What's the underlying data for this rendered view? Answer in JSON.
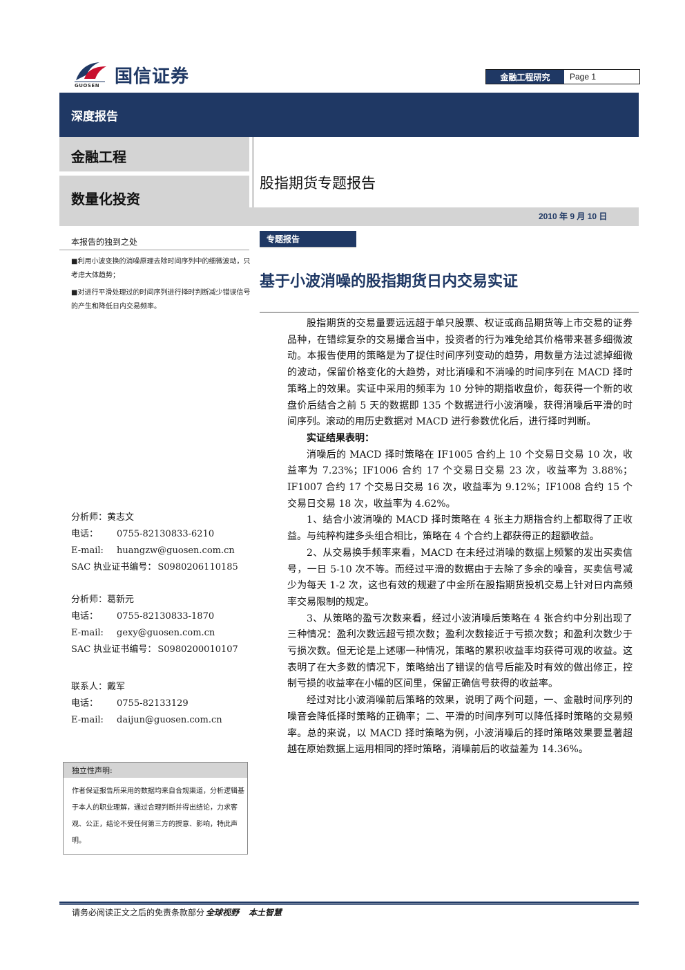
{
  "brand": {
    "name_cn": "国信证券",
    "name_en": "GUOSEN",
    "colors": {
      "navy": "#1f3864",
      "red": "#c8102e",
      "gray": "#d4d4d4"
    }
  },
  "header": {
    "department": "金融工程研究",
    "page": "Page 1",
    "report_kind": "深度报告",
    "category_1": "金融工程",
    "category_2": "数量化投资",
    "topic": "股指期货专题报告",
    "date": "2010 年 9 月 10 日"
  },
  "sidebar": {
    "unique_title": "本报告的独到之处",
    "bullets": [
      "■利用小波变换的消噪原理去除时间序列中的细微波动，只考虑大体趋势；",
      "■对进行平滑处理过的时间序列进行择时判断减少错误信号的产生和降低日内交易频率。"
    ],
    "contacts": [
      {
        "role_label": "分析师：",
        "name": "黄志文",
        "phone_label": "电话：",
        "phone": "0755-82130833-6210",
        "email_label": "E-mail:",
        "email": "huangzw@guosen.com.cn",
        "sac_label": "SAC 执业证书编号：",
        "sac": "S0980206110185"
      },
      {
        "role_label": "分析师：",
        "name": "葛新元",
        "phone_label": "电话：",
        "phone": "0755-82130833-1870",
        "email_label": "E-mail:",
        "email": "gexy@guosen.com.cn",
        "sac_label": "SAC 执业证书编号：",
        "sac": "S0980200010107"
      },
      {
        "role_label": "联系人：",
        "name": "戴军",
        "phone_label": "电话：",
        "phone": "0755-82133129",
        "email_label": "E-mail:",
        "email": "daijun@guosen.com.cn"
      }
    ],
    "declaration": {
      "title": "独立性声明:",
      "body": "作者保证报告所采用的数据均来自合规渠道，分析逻辑基于本人的职业理解，通过合理判断并得出结论，力求客观、公正，结论不受任何第三方的授意、影响，特此声明。"
    }
  },
  "main": {
    "tag": "专题报告",
    "title": "基于小波消噪的股指期货日内交易实证",
    "paragraphs": [
      "股指期货的交易量要远远超于单只股票、权证或商品期货等上市交易的证券品种，在错综复杂的交易撮合当中，投资者的行为难免给其价格带来甚多细微波动。本报告使用的策略是为了捉住时间序列变动的趋势，用数量方法过滤掉细微的波动，保留价格变化的大趋势，对比消噪和不消噪的时间序列在 MACD 择时策略上的效果。实证中采用的频率为 10 分钟的期指收盘价，每获得一个新的收盘价后结合之前 5 天的数据即 135 个数据进行小波消噪，获得消噪后平滑的时间序列。滚动的用历史数据对 MACD 进行参数优化后，进行择时判断。",
      "消噪后的 MACD 择时策略在 IF1005 合约上 10 个交易日交易 10 次，收益率为 7.23%；IF1006 合约 17 个交易日交易 23 次，收益率为 3.88%；IF1007 合约 17 个交易日交易 16 次，收益率为 9.12%；IF1008 合约 15 个交易日交易 18 次，收益率为 4.62%。",
      "1、结合小波消噪的 MACD 择时策略在 4 张主力期指合约上都取得了正收益。与纯粹构建多头组合相比，策略在 4 个合约上都获得正的超额收益。",
      "2、从交易换手频率来看，MACD 在未经过消噪的数据上频繁的发出买卖信号，一日 5-10 次不等。而经过平滑的数据由于去除了多余的噪音，买卖信号减少为每天 1-2 次，这也有效的规避了中金所在股指期货投机交易上针对日内高频率交易限制的规定。",
      "3、从策略的盈亏次数来看，经过小波消噪后策略在 4 张合约中分别出现了三种情况：盈利次数远超亏损次数；盈利次数接近于亏损次数；和盈利次数少于亏损次数。但无论是上述哪一种情况，策略的累积收益率均获得可观的收益。这表明了在大多数的情况下，策略给出了错误的信号后能及时有效的做出修正，控制亏损的收益率在小幅的区间里，保留正确信号获得的收益率。",
      "经过对比小波消噪前后策略的效果，说明了两个问题，一、金融时间序列的噪音会降低择时策略的正确率；二、平滑的时间序列可以降低择时策略的交易频率。总的来说，以 MACD 择时策略为例，小波消噪后的择时策略效果要显著超越在原始数据上运用相同的择时策略，消噪前后的收益差为 14.36%。"
    ],
    "results_heading": "实证结果表明："
  },
  "footer": {
    "notice": "请务必阅读正文之后的免责条款部分",
    "slogan_1": "全球视野",
    "slogan_2": "本土智慧"
  }
}
